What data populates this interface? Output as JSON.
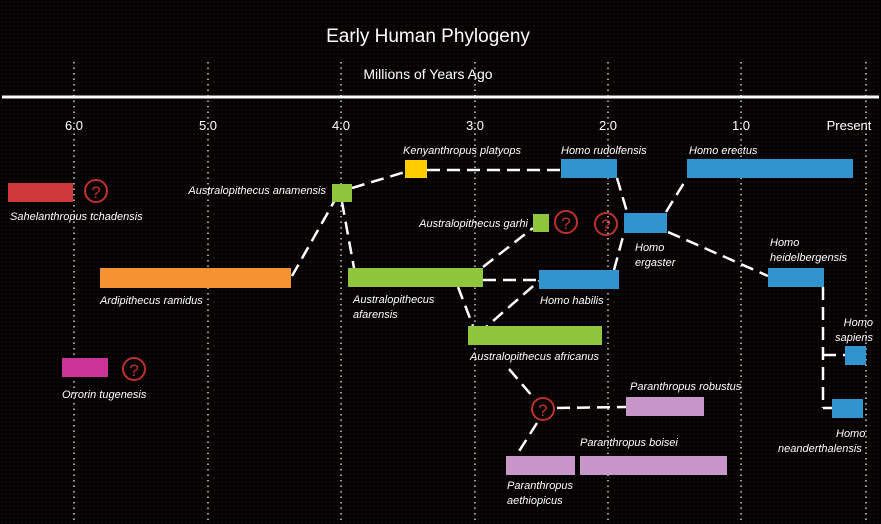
{
  "title": "Early Human Phylogeny",
  "axis_label": "Millions of Years Ago",
  "ticks": [
    "6.0",
    "5.0",
    "4.0",
    "3.0",
    "2.0",
    "1.0",
    "Present"
  ],
  "colors": {
    "background": "#000000",
    "red": "#d0393a",
    "orange": "#f69434",
    "yellow": "#ffcc00",
    "green": "#8fc63d",
    "blue": "#3294cf",
    "magenta": "#cc3399",
    "lavender": "#c896c8",
    "question": "#c0302a"
  },
  "species": {
    "sahelanthropus": "Sahelanthropus tchadensis",
    "ardipithecus": "Ardipithecus ramidus",
    "orrorin": "Orrorin tugenesis",
    "anamensis": "Australopithecus anamensis",
    "platyops": "Kenyanthropus platyops",
    "garhi": "Australopithecus garhi",
    "afarensis_1": "Australopithecus",
    "afarensis_2": "afarensis",
    "africanus": "Australopithecus africanus",
    "rudolfensis": "Homo rudolfensis",
    "habilis": "Homo habilis",
    "ergaster_1": "Homo",
    "ergaster_2": "ergaster",
    "erectus": "Homo erectus",
    "heidelbergensis_1": "Homo",
    "heidelbergensis_2": "heidelbergensis",
    "sapiens_1": "Homo",
    "sapiens_2": "sapiens",
    "neanderthalensis_1": "Homo",
    "neanderthalensis_2": "neanderthalensis",
    "robustus": "Paranthropus robustus",
    "boisei": "Paranthropus boisei",
    "aethiopicus_1": "Paranthropus",
    "aethiopicus_2": "aethiopicus"
  },
  "question_mark": "?"
}
